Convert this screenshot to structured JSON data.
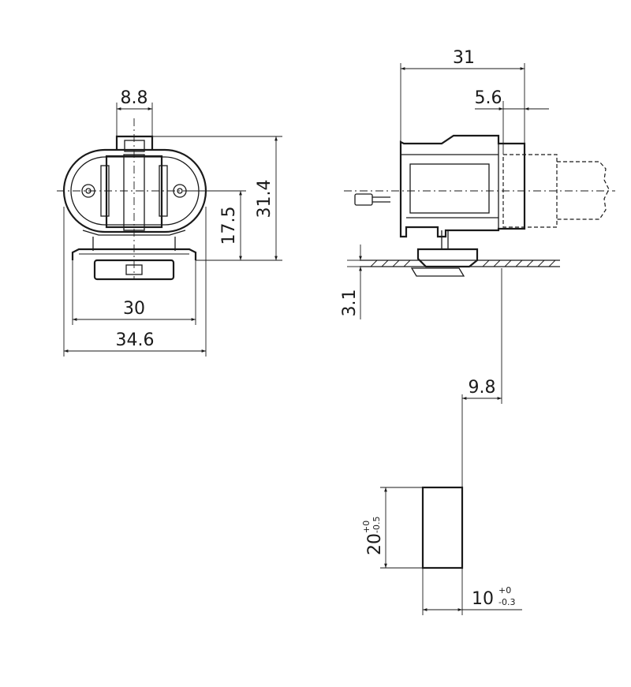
{
  "front_view": {
    "dim_width_top": "8.8",
    "dim_height_total": "31.4",
    "dim_height_axis": "17.5",
    "dim_width_inner": "30",
    "dim_width_outer": "34.6"
  },
  "side_view": {
    "dim_length": "31",
    "dim_offset": "5.6",
    "dim_panel_thickness": "3.1",
    "dim_cutout_offset": "9.8"
  },
  "cutout": {
    "height_value": "20",
    "height_tol_upper": "+0",
    "height_tol_lower": "-0.5",
    "width_value": "10",
    "width_tol_upper": "+0",
    "width_tol_lower": "-0.3"
  }
}
